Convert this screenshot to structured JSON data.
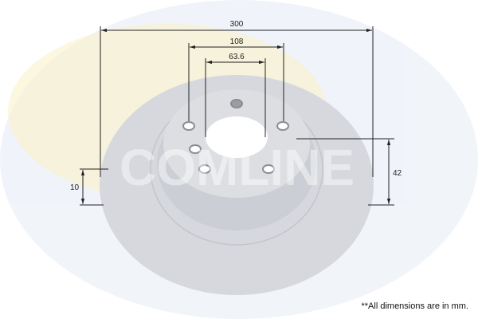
{
  "watermark": {
    "brand": "COMLINE",
    "colors": {
      "yellow": "#f7e9a0",
      "blue": "#e3ebf7"
    }
  },
  "dimensions": {
    "outer_diameter": "300",
    "pcd": "108",
    "center_bore": "63.6",
    "height": "42",
    "thickness": "10"
  },
  "note": "**All dimensions are in mm.",
  "colors": {
    "disc": "#d8dadf",
    "hub": "#cfd2d8",
    "line": "#222222"
  }
}
